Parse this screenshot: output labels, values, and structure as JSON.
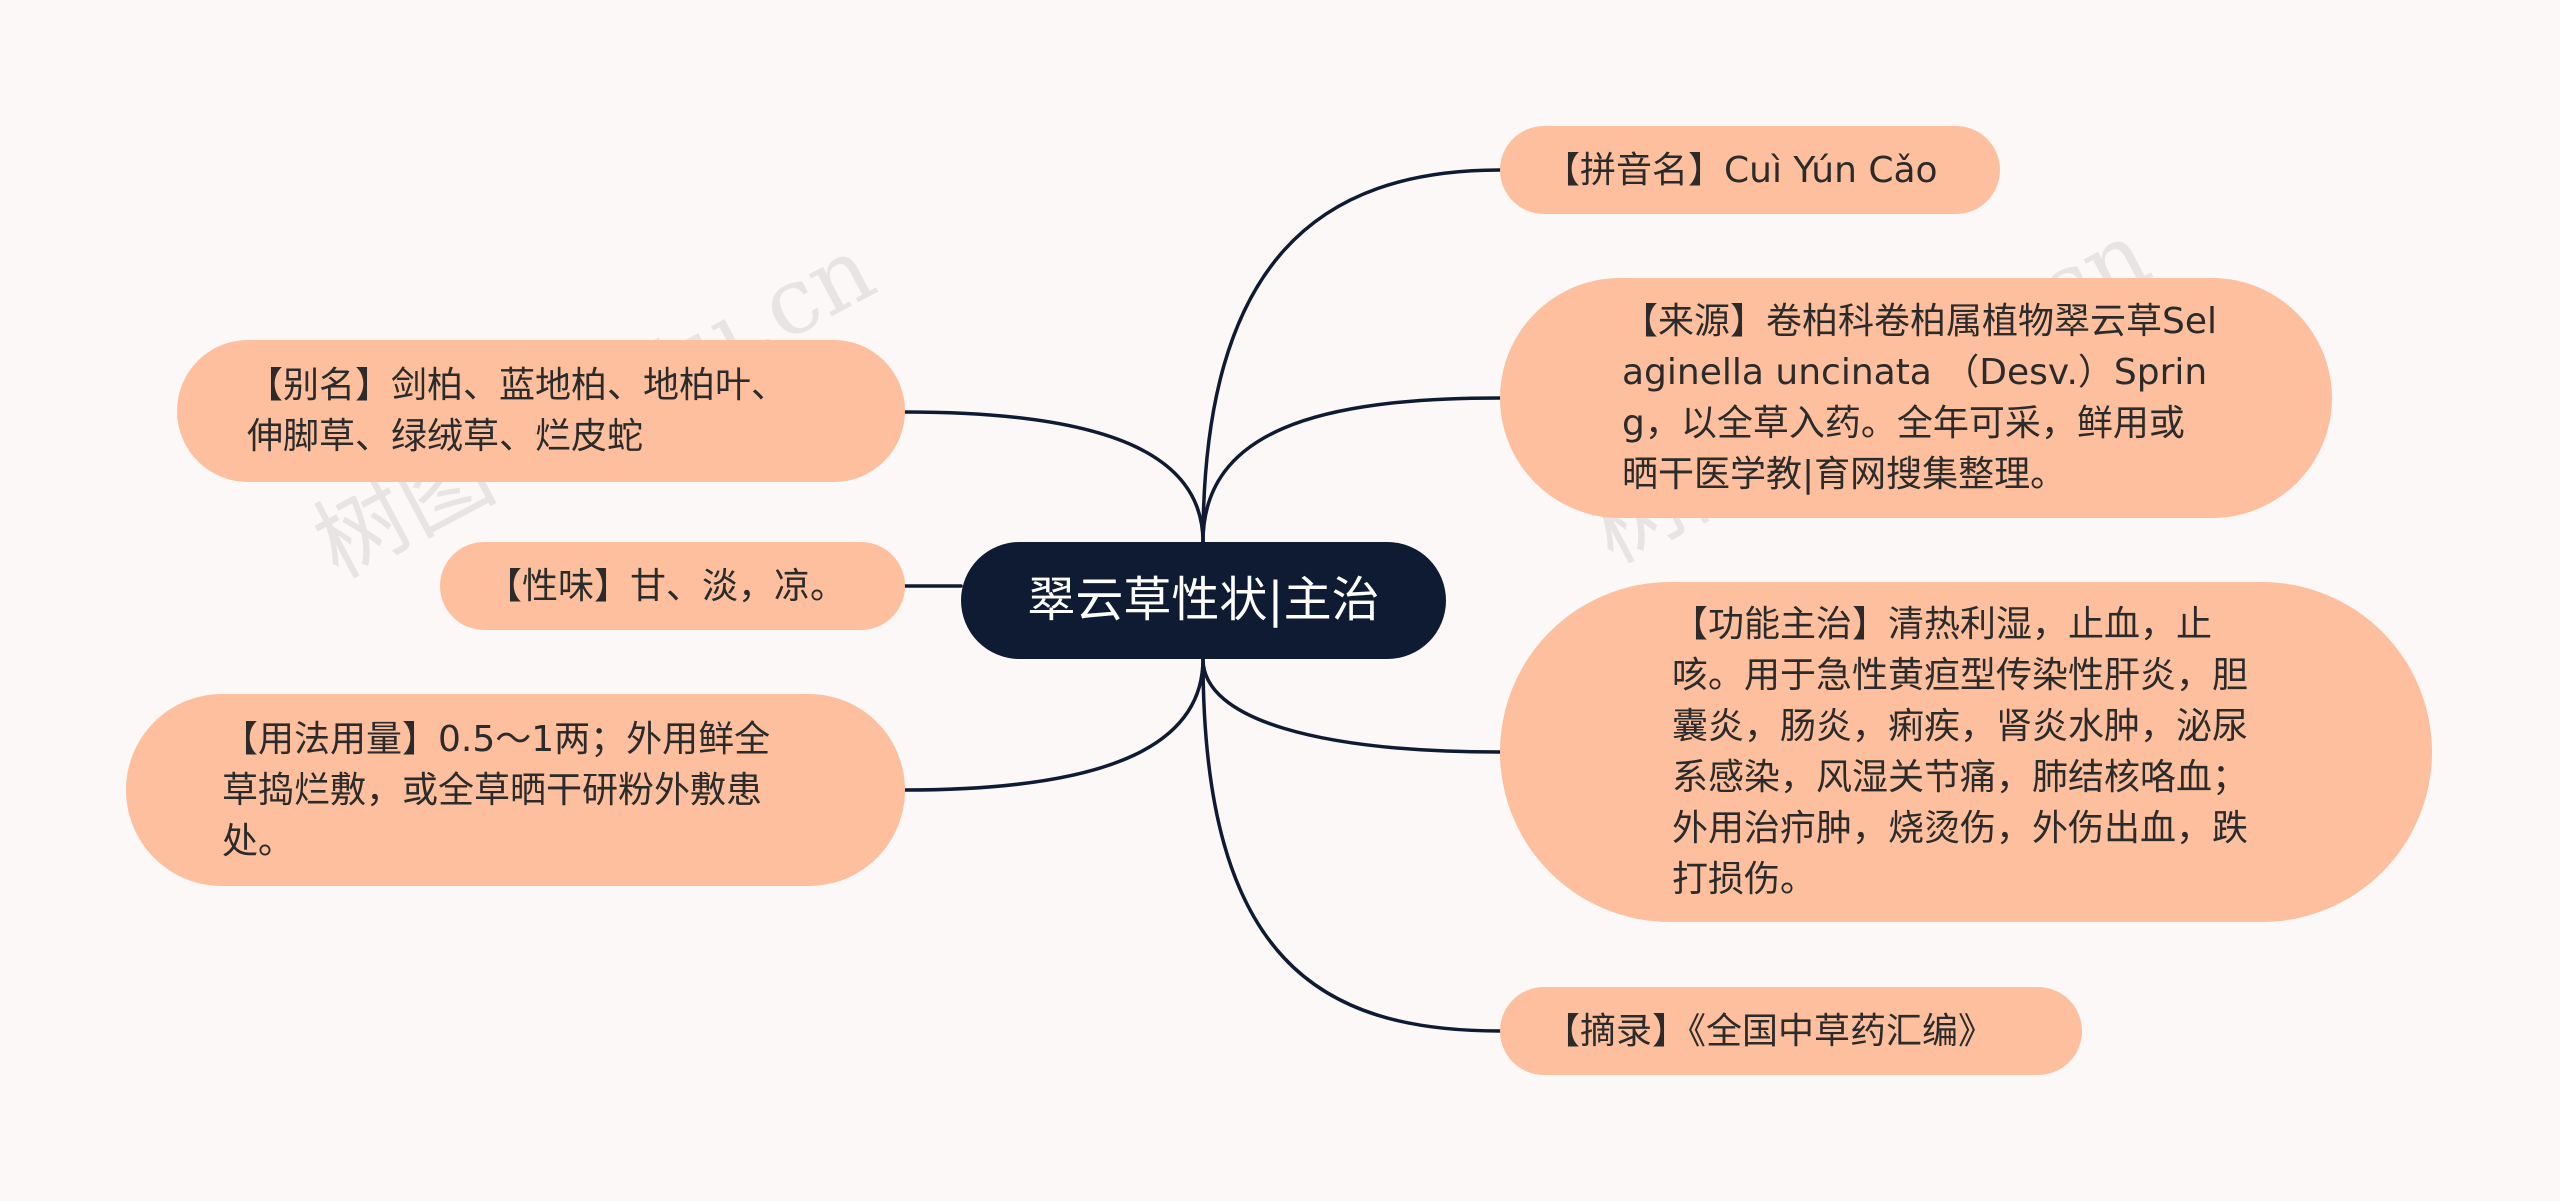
{
  "center": {
    "label": "翠云草性状|主治"
  },
  "right": [
    {
      "text": "【拼音名】Cuì Yún Cǎo"
    },
    {
      "text": "【来源】卷柏科卷柏属植物翠云草Selaginella uncinata （Desv.）Spring，以全草入药。全年可采，鲜用或晒干医学教|育网搜集整理。"
    },
    {
      "text": "【功能主治】清热利湿，止血，止咳。用于急性黄疸型传染性肝炎，胆囊炎，肠炎，痢疾，肾炎水肿，泌尿系感染，风湿关节痛，肺结核咯血；外用治疖肿，烧烫伤，外伤出血，跌打损伤。"
    },
    {
      "text": "【摘录】《全国中草药汇编》"
    }
  ],
  "left": [
    {
      "text": "【别名】剑柏、蓝地柏、地柏叶、伸脚草、绿绒草、烂皮蛇"
    },
    {
      "text": "【性味】甘、淡，凉。"
    },
    {
      "text": "【用法用量】0.5～1两；外用鲜全草捣烂敷，或全草晒干研粉外敷患处。"
    }
  ],
  "watermarks": [
    "树图 shutu.cn",
    "树图 shutu.cn"
  ],
  "colors": {
    "background": "#fcf8f7",
    "center_fill": "#0e1b32",
    "node_fill": "#fdbf9d",
    "connector": "#0e1b32"
  }
}
